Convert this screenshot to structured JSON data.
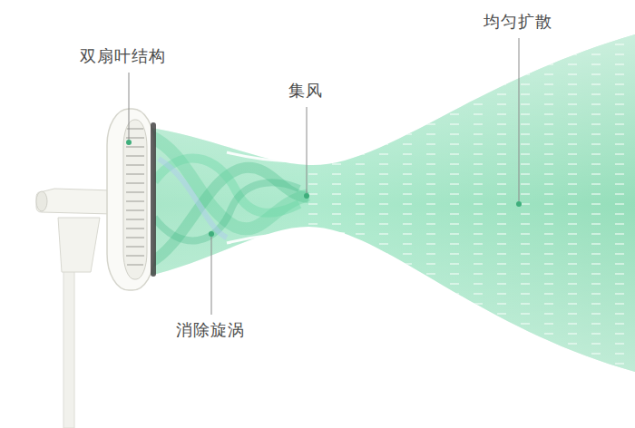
{
  "diagram": {
    "labels": [
      "双扇叶结构",
      "集风",
      "均匀扩散",
      "消除旋涡"
    ]
  }
}
